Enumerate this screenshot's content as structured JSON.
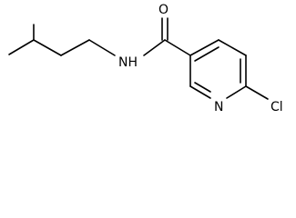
{
  "atoms": {
    "carbonyl_oxygen": "O",
    "amide_nitrogen": "NH",
    "ring_nitrogen": "N",
    "chlorine": "Cl"
  }
}
